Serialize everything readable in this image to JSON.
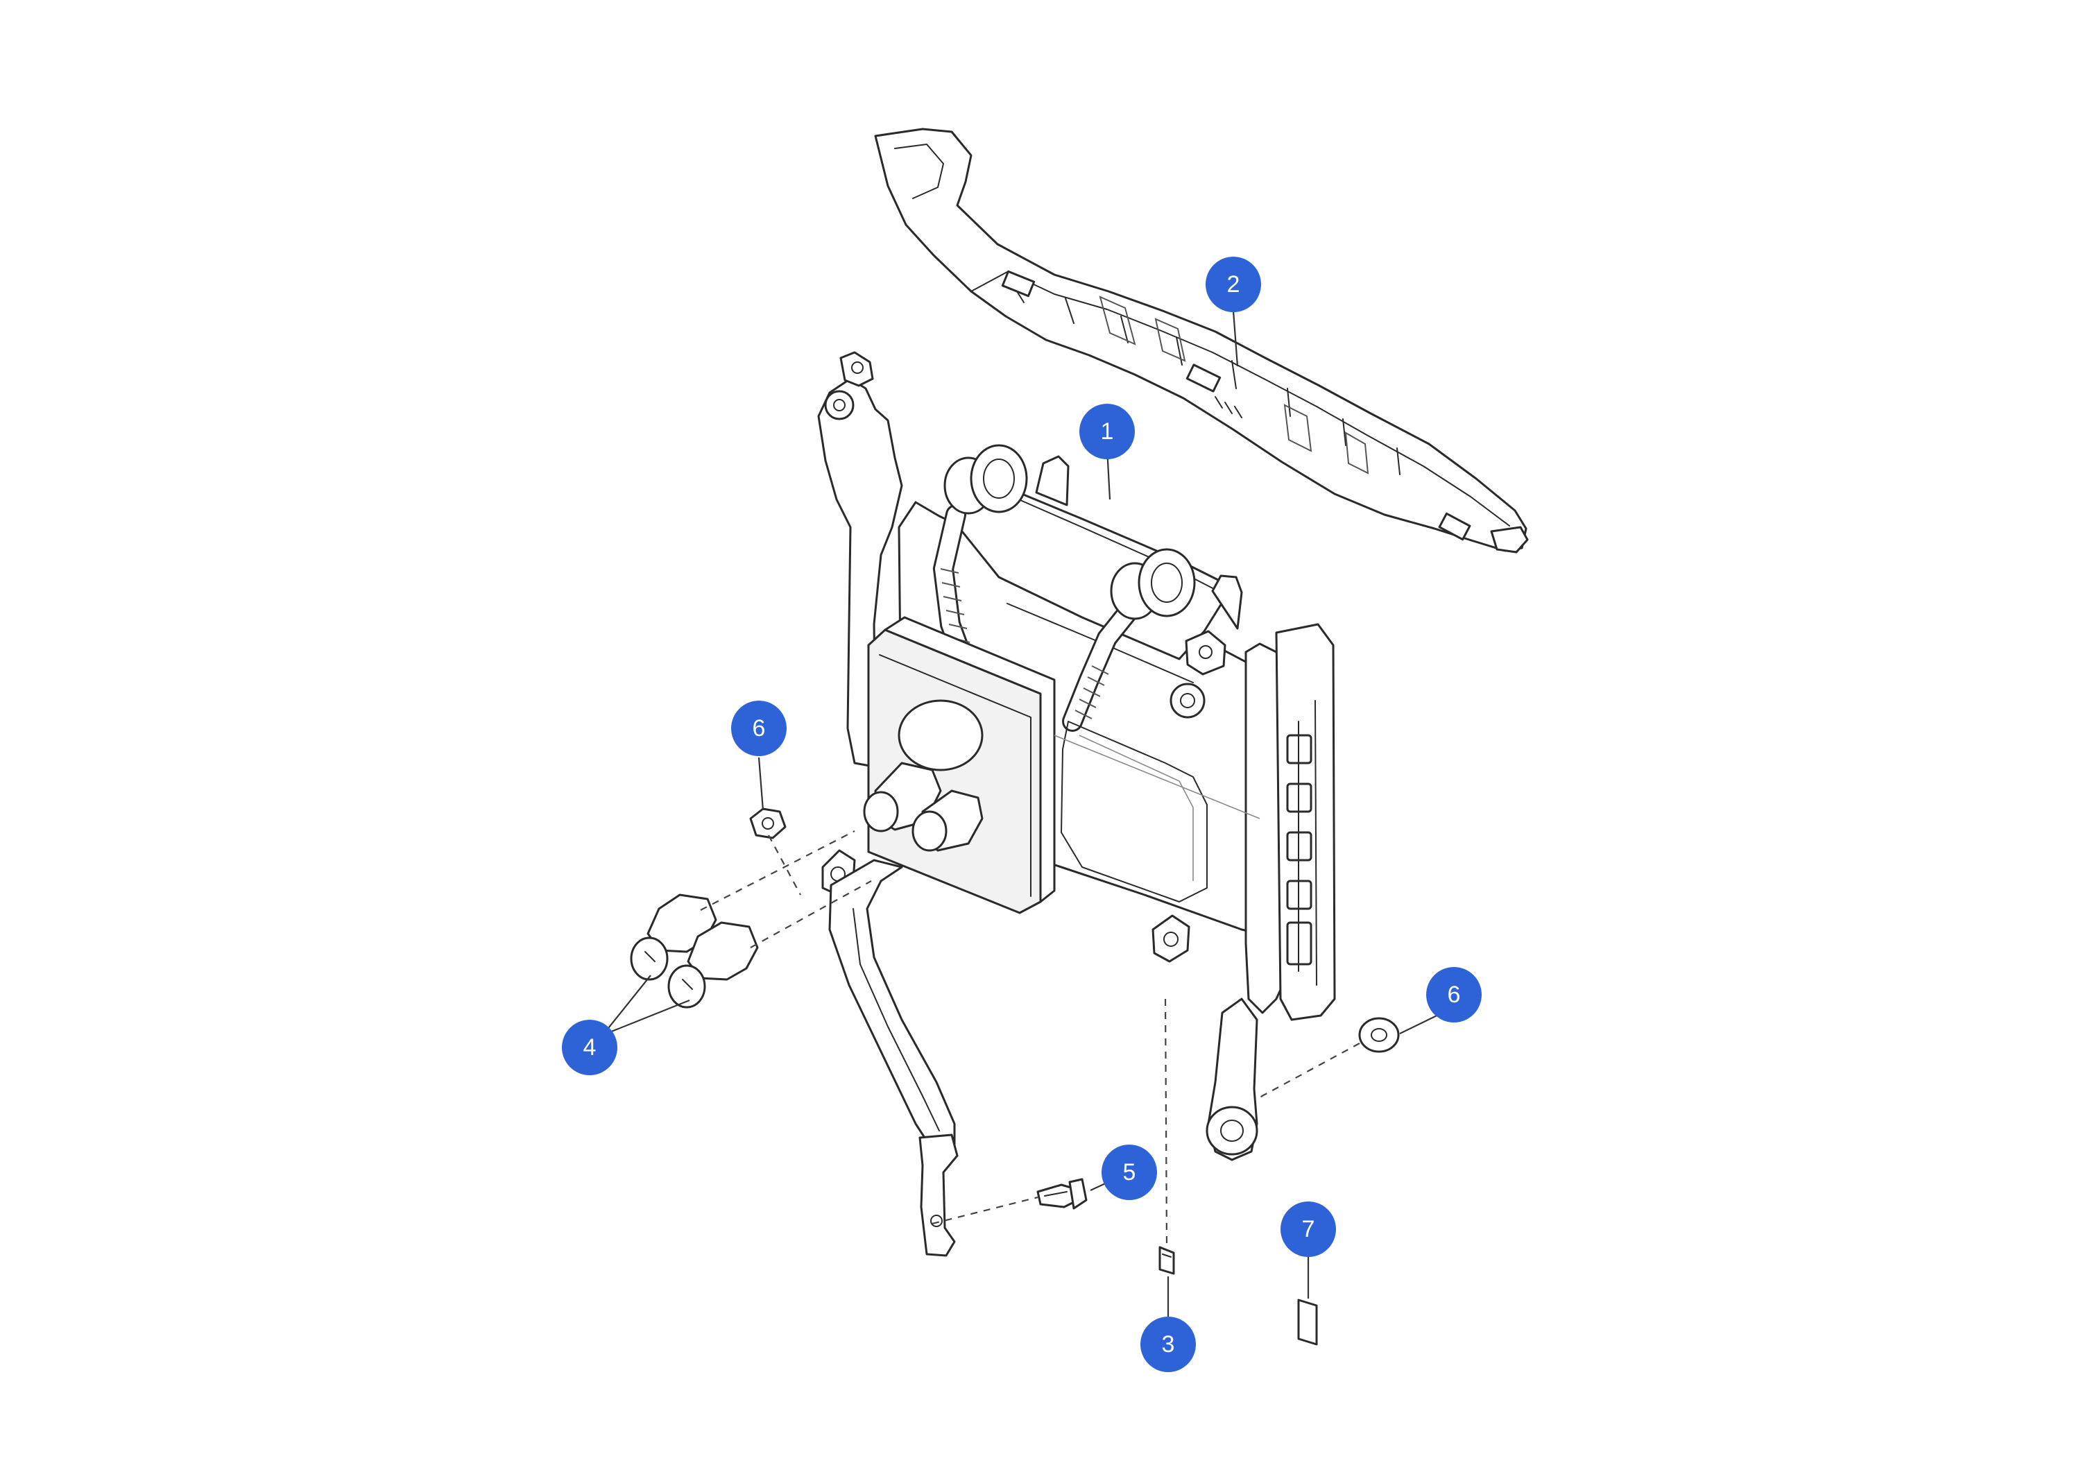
{
  "callouts": [
    {
      "id": "callout-1",
      "label": "1"
    },
    {
      "id": "callout-2",
      "label": "2"
    },
    {
      "id": "callout-3",
      "label": "3"
    },
    {
      "id": "callout-4",
      "label": "4"
    },
    {
      "id": "callout-5",
      "label": "5"
    },
    {
      "id": "callout-6-left",
      "label": "6"
    },
    {
      "id": "callout-6-right",
      "label": "6"
    },
    {
      "id": "callout-7",
      "label": "7"
    }
  ],
  "colors": {
    "badge": "#2e63d8",
    "badge_text": "#ffffff",
    "line": "#2a2a2a",
    "background": "#ffffff"
  }
}
